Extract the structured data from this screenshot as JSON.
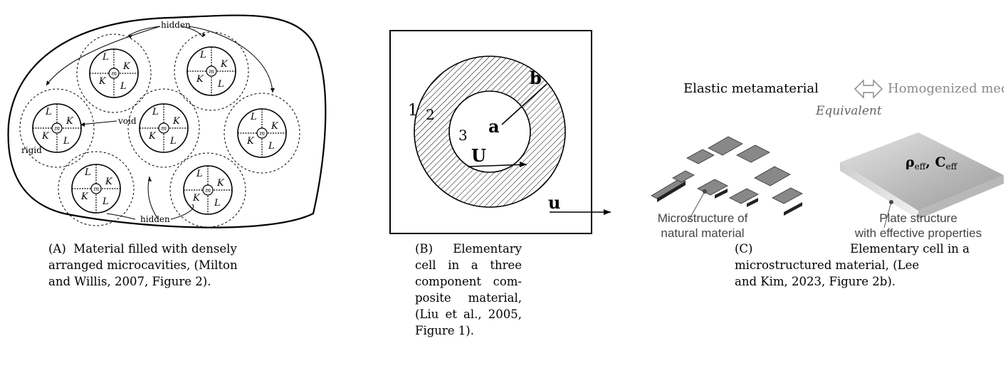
{
  "panel_a": {
    "hidden_top": "hidden",
    "hidden_bottom": "hidden",
    "void": "void",
    "rigid": "rigid",
    "spring_L": "L",
    "spring_K": "K",
    "mass": "m",
    "caption_tag": "(A)",
    "caption_lines": [
      "Material filled with densely",
      "arranged microcavities, (Milton",
      "and Willis, 2007, Figure 2)."
    ]
  },
  "panel_b": {
    "region_1": "1",
    "region_2": "2",
    "region_3": "3",
    "label_a": "a",
    "label_b": "b",
    "label_U": "U",
    "label_u": "u",
    "caption_tag": "(B)",
    "caption_lines": [
      "Elementary",
      "cell in a three",
      "component com-",
      "posite material,",
      "(Liu et al., 2005,",
      "Figure 1)."
    ]
  },
  "panel_c": {
    "left_title": "Elastic metamaterial",
    "right_title": "Homogenized medium",
    "equivalent": "Equivalent",
    "plate_label": "ρeff, Ceff",
    "micro_caption_1": "Microstructure of",
    "micro_caption_2": "natural material",
    "plate_caption_1": "Plate structure",
    "plate_caption_2": "with effective properties",
    "caption_tag": "(C)",
    "caption_lines": [
      "Elementary cell in a",
      "microstructured material, (Lee",
      "and Kim, 2023, Figure 2b)."
    ]
  },
  "colors": {
    "arrow_outline": "#888888",
    "homogenized_text": "#8a8a8a",
    "hatch": "#000000"
  }
}
